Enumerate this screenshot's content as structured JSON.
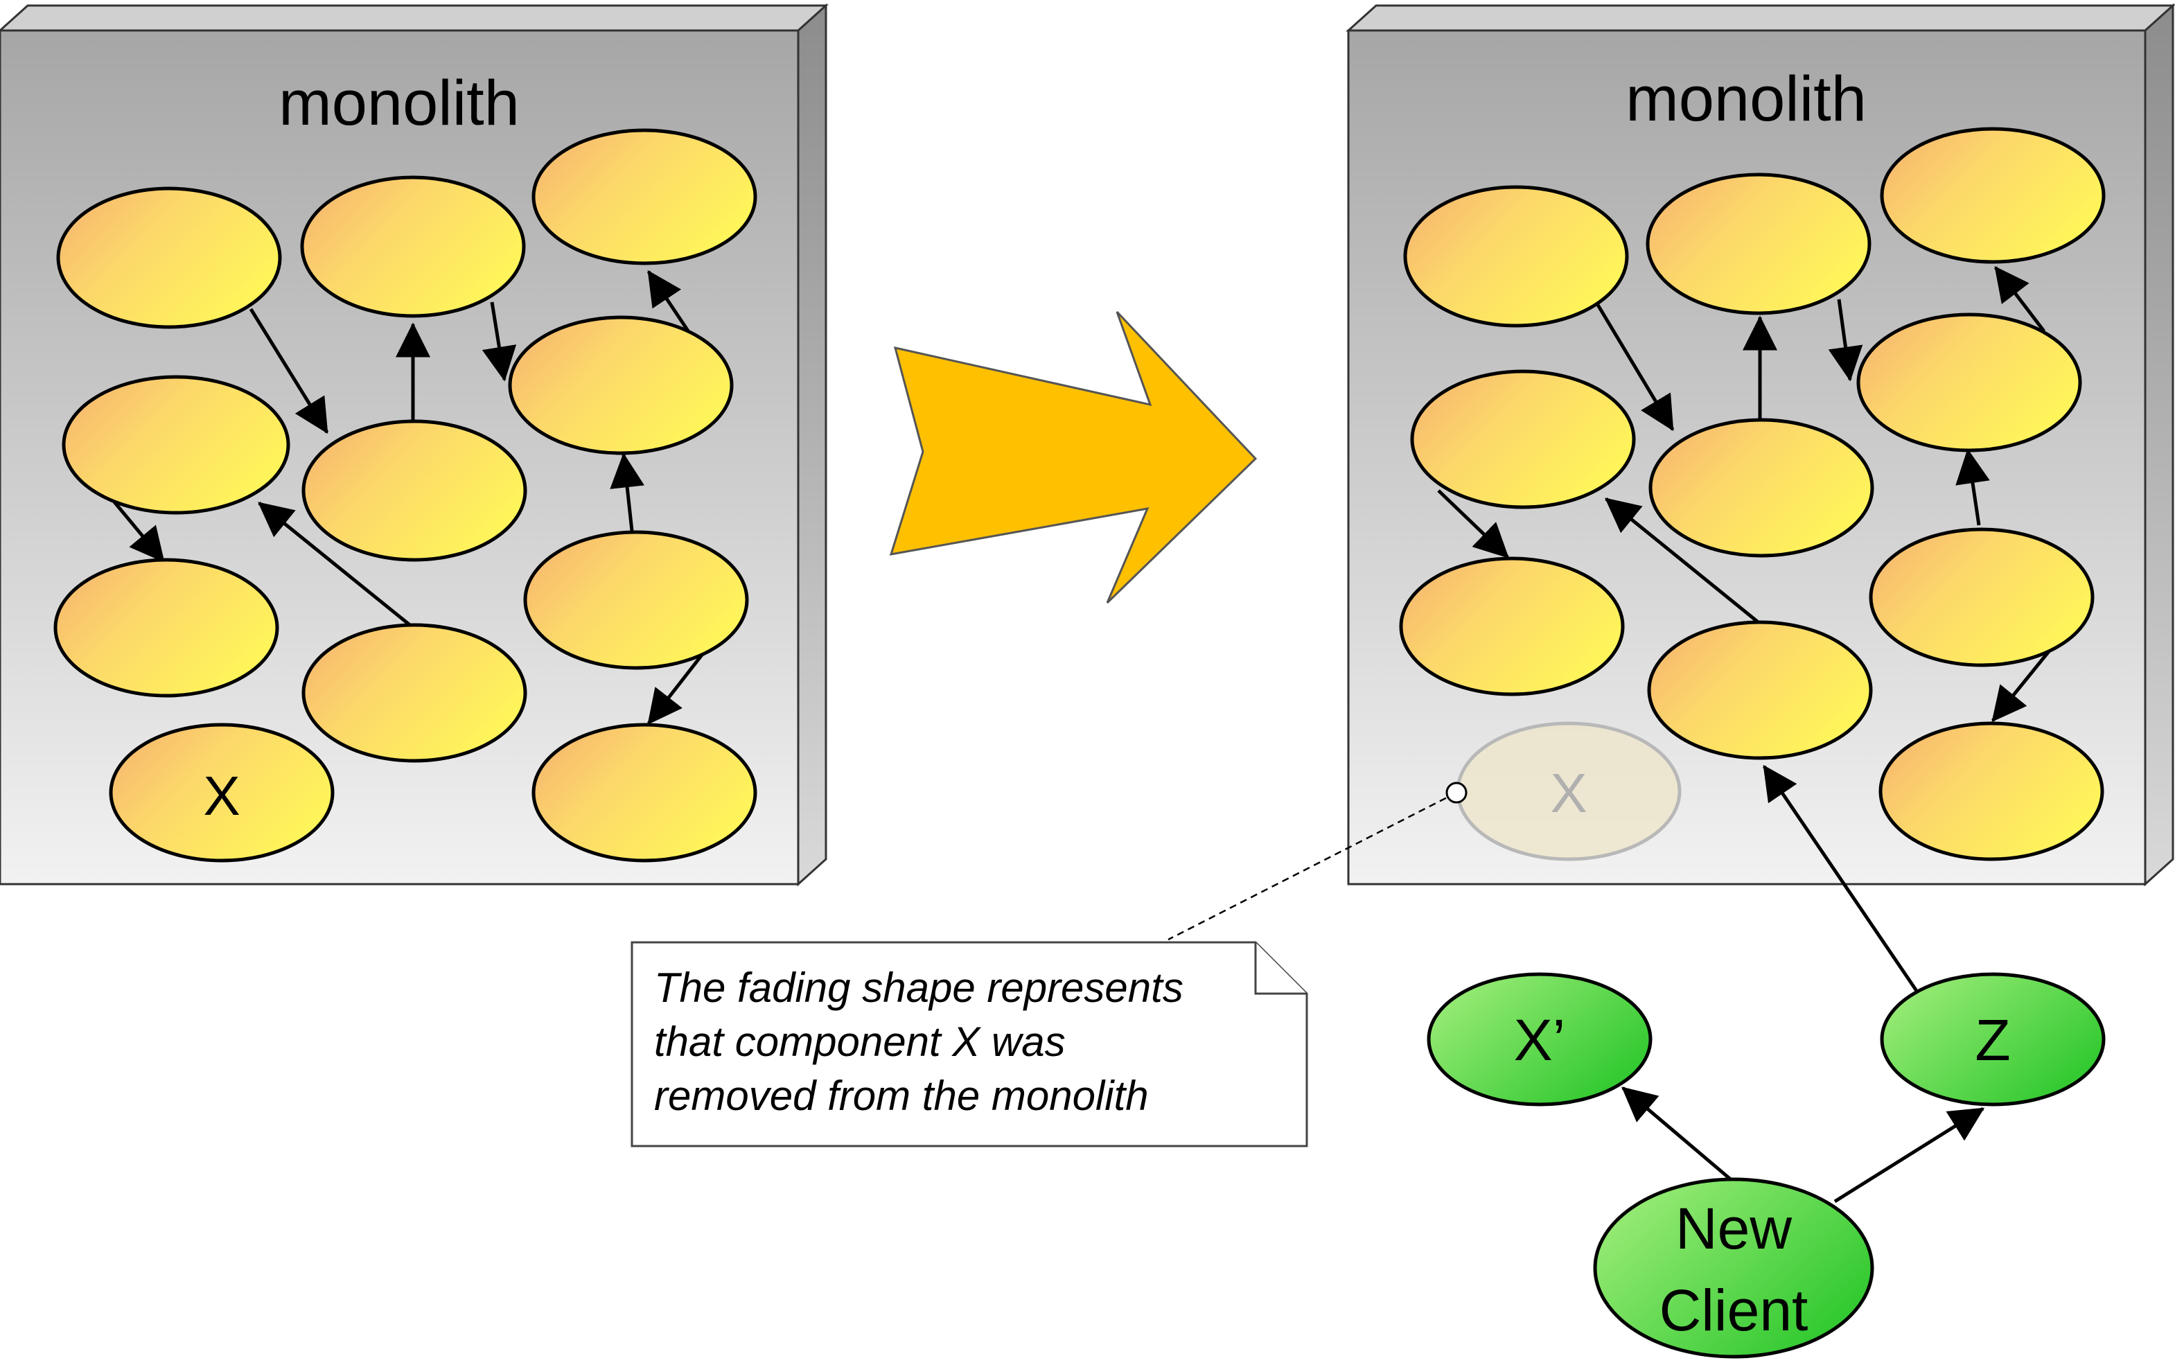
{
  "before_panel": {
    "title": "monolith",
    "component_x_label": "X"
  },
  "after_panel": {
    "title": "monolith",
    "removed_component_label": "X"
  },
  "new_services": {
    "x_prime_label": "X’",
    "z_label": "Z",
    "client_label_line1": "New",
    "client_label_line2": "Client"
  },
  "note": {
    "line1": "The fading shape represents",
    "line2": "that component X was",
    "line3": "removed from the monolith"
  },
  "colors": {
    "panel_top": "#a6a6a6",
    "panel_bottom": "#f2f2f2",
    "yellow_node_light": "#fff55a",
    "yellow_node_dark": "#f5b070",
    "green_node_light": "#a8f080",
    "green_node_dark": "#2ec82e",
    "transition_arrow": "#ffc000",
    "faded_node": "#eee5c8"
  }
}
